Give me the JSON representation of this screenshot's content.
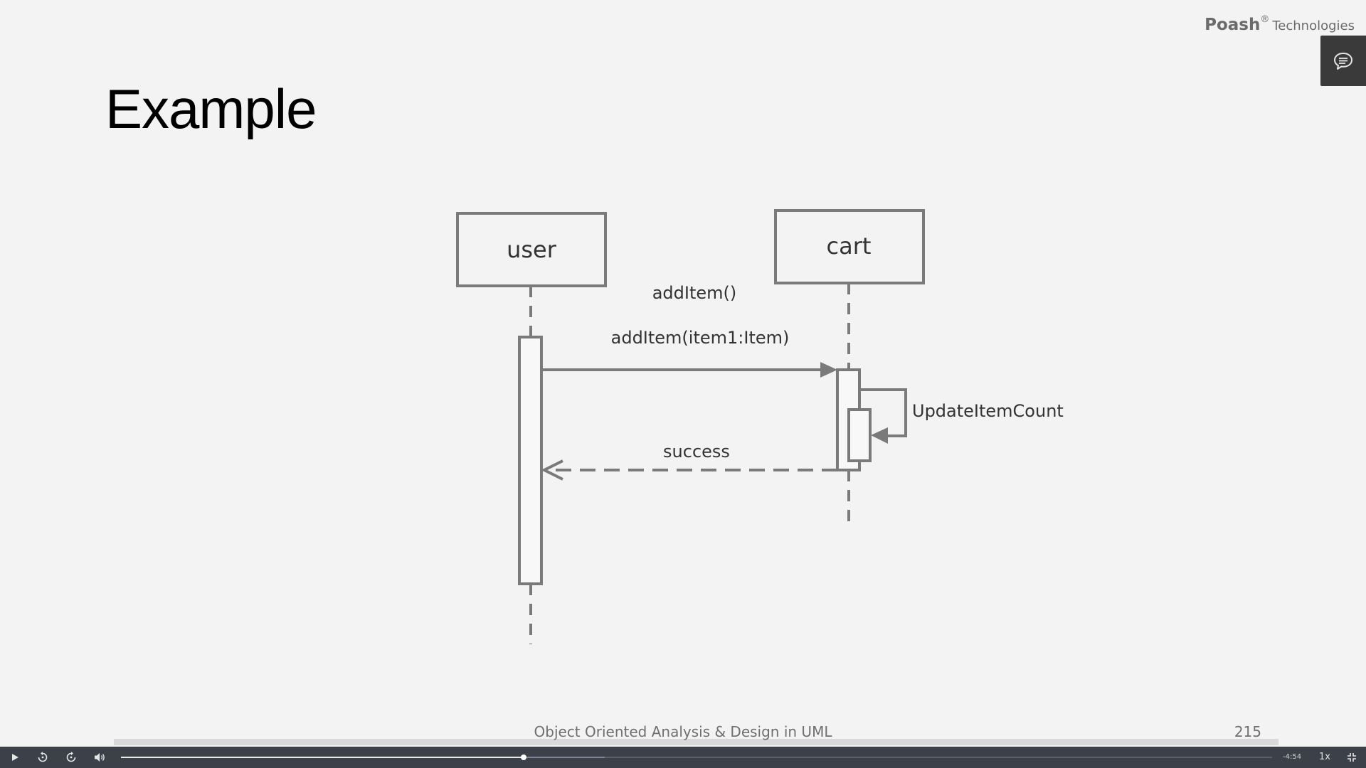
{
  "brand": {
    "name": "Poash",
    "registered": "®",
    "suffix": "Technologies"
  },
  "slide": {
    "title": "Example",
    "footer": "Object Oriented Analysis & Design in UML",
    "page_number": "215"
  },
  "diagram": {
    "lifelines": [
      {
        "name": "user"
      },
      {
        "name": "cart"
      }
    ],
    "messages": {
      "operation": "addItem()",
      "call": "addItem(item1:Item)",
      "self_call": "UpdateItemCount",
      "return": "success"
    }
  },
  "player": {
    "progress": 0.35,
    "buffered": 0.42,
    "time_remaining": "-4:54",
    "speed": "1x",
    "icons": [
      "play-icon",
      "rewind-icon",
      "forward-icon",
      "volume-icon",
      "fullscreen-exit-icon"
    ]
  },
  "colors": {
    "background": "#f3f3f3",
    "diagram_stroke": "#7a7a7a",
    "player_bar": "#3c4049",
    "chat_button": "#3a3a3a"
  }
}
